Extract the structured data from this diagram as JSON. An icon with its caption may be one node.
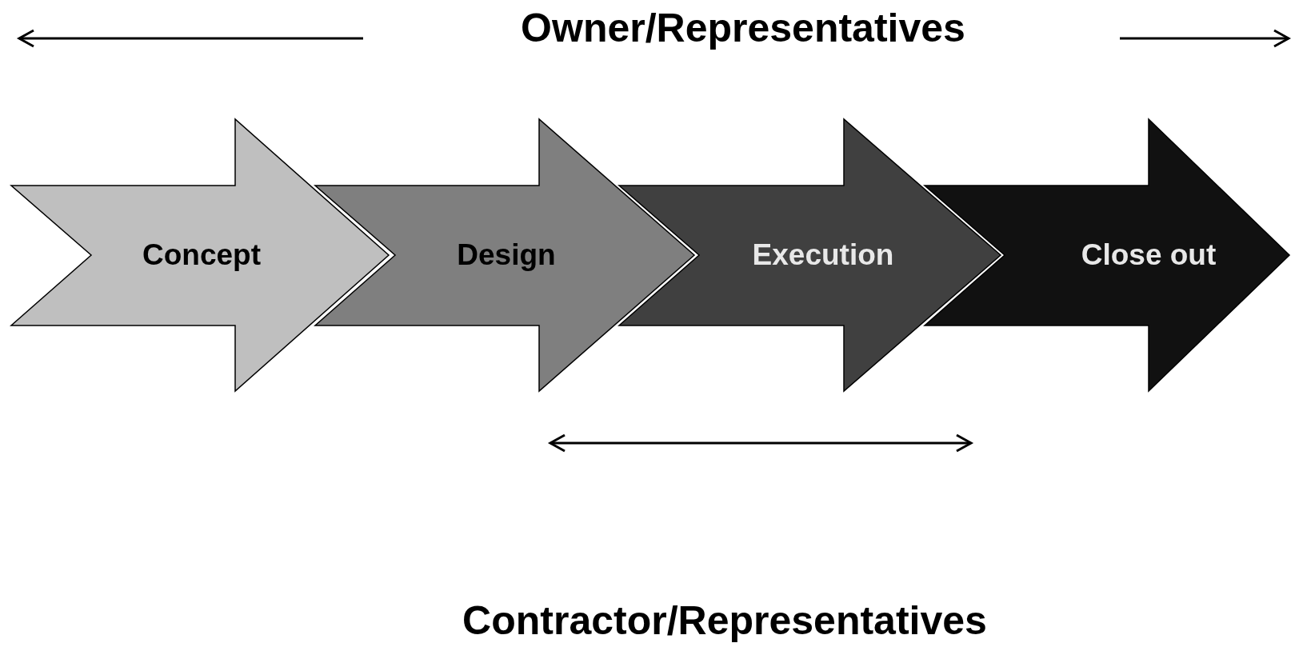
{
  "diagram": {
    "nodes": [
      {
        "text": [
          "Concept"
        ]
      },
      {
        "text": [
          "Design"
        ]
      },
      {
        "text": [
          "Execution"
        ]
      },
      {
        "text": [
          "Close out"
        ]
      }
    ],
    "labels": [
      "Owner/Representatives",
      "Contractor/Representatives"
    ]
  }
}
